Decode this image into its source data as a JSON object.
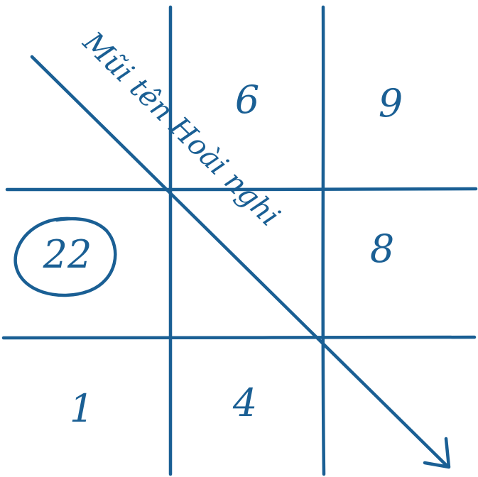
{
  "colors": {
    "ink": "#1a5f94",
    "background": "#ffffff"
  },
  "grid": {
    "rows": 3,
    "cols": 3
  },
  "cells": {
    "r0c1": "6",
    "r0c2": "9",
    "r1c0": "22",
    "r1c2": "8",
    "r2c0": "1",
    "r2c1": "4"
  },
  "circled_cell": "r1c0",
  "arrow": {
    "label": "Mũi tên Hoài nghi"
  }
}
